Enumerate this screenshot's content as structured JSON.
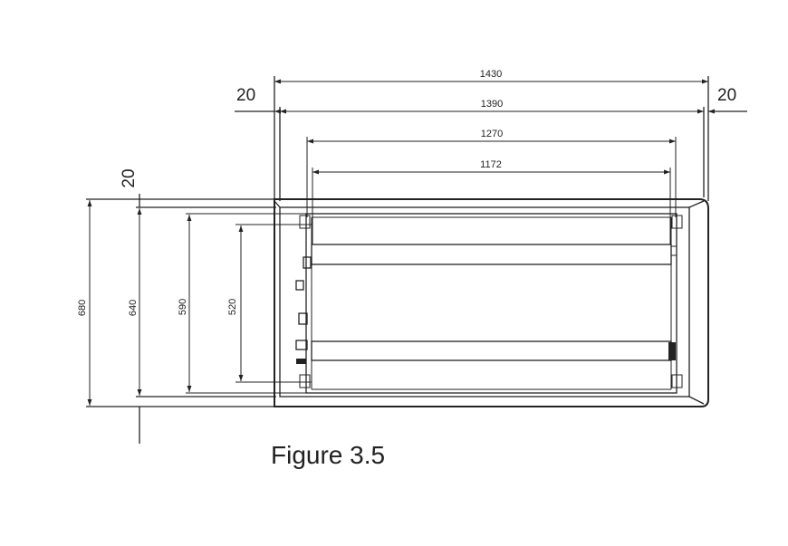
{
  "dimensions": {
    "horizontal": {
      "overall": "1430",
      "frame": "1390",
      "inner": "1270",
      "opening": "1172",
      "gap_left": "20",
      "gap_right": "20"
    },
    "vertical": {
      "overall": "680",
      "frame": "640",
      "inner": "590",
      "opening": "520",
      "gap_top": "20"
    }
  },
  "caption": "Figure 3.5"
}
